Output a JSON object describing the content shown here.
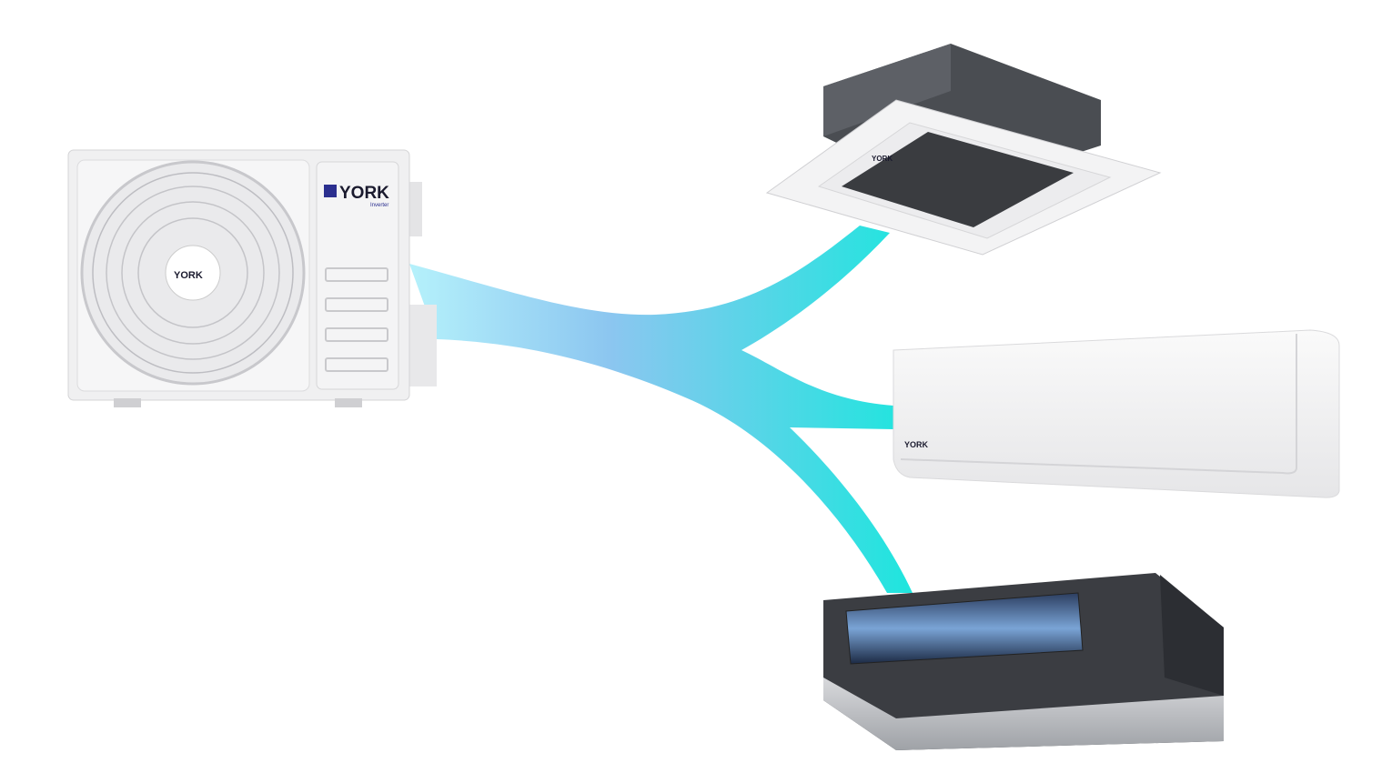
{
  "brand": {
    "name": "YORK",
    "sub": "Inverter"
  },
  "colors": {
    "flow_start": "#b5f1fb",
    "flow_mid": "#8cc6f0",
    "flow_end": "#1fe5de",
    "logo_blue": "#2b2f8f"
  },
  "units": {
    "outdoor": {
      "logo": "YORK",
      "fan_logo": "YORK",
      "sub": "Inverter"
    },
    "cassette": {
      "logo": "YORK"
    },
    "wall": {
      "logo": "YORK"
    },
    "duct": {}
  }
}
